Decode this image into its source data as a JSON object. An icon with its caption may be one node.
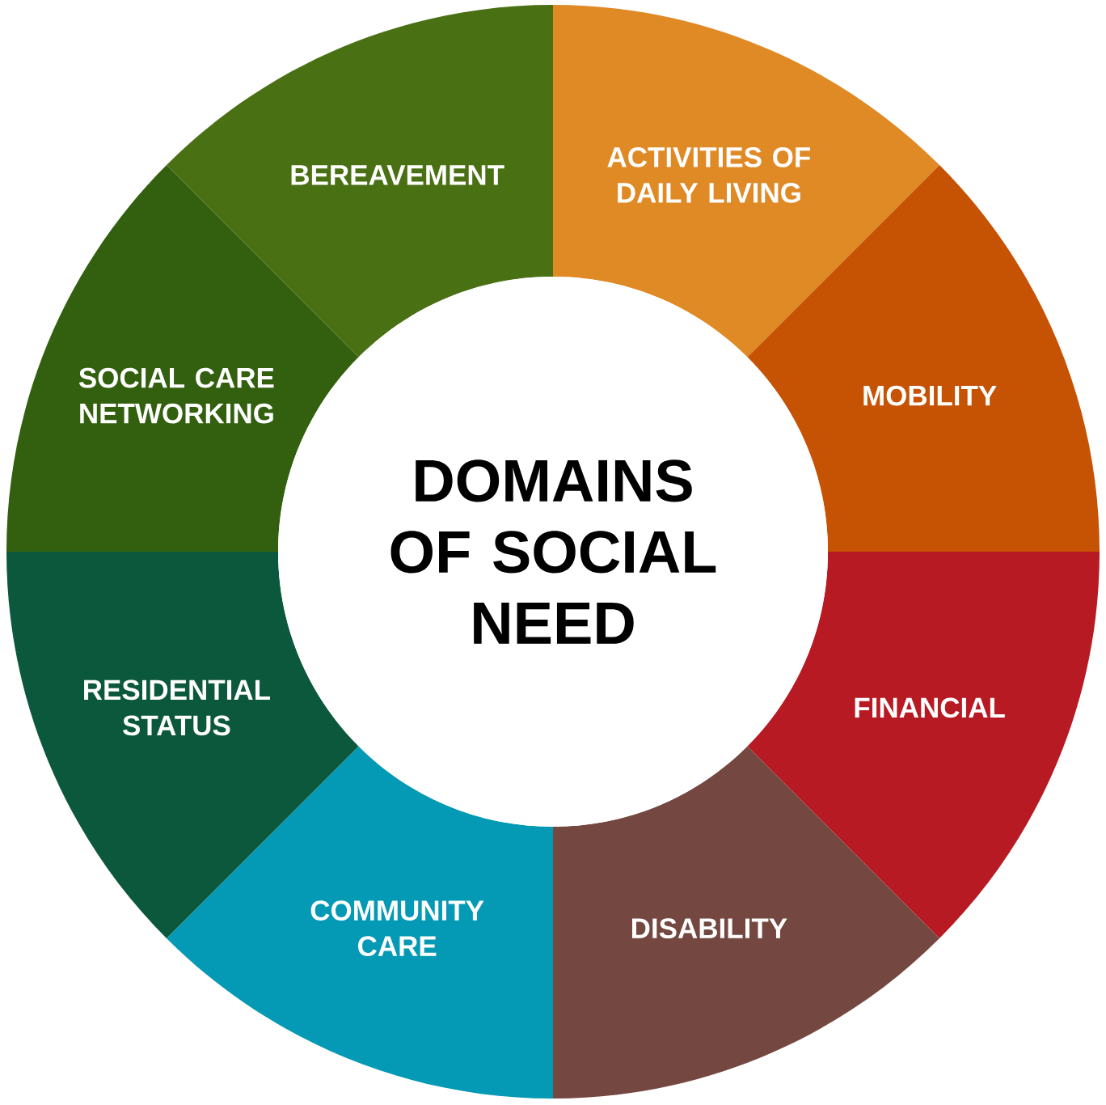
{
  "diagram": {
    "nodes": [
      {
        "text": [
          "DOMAINS OF SOCIAL NEED"
        ]
      },
      {
        "text": [
          "BEREAVEMENT"
        ]
      },
      {
        "text": [
          "ACTIVITIES OF DAILY LIVING"
        ]
      },
      {
        "text": [
          "MOBILITY"
        ]
      },
      {
        "text": [
          "FINANCIAL"
        ]
      },
      {
        "text": [
          "DISABILITY"
        ]
      },
      {
        "text": [
          "COMMUNITY CARE"
        ]
      },
      {
        "text": [
          "RESIDENTIAL STATUS"
        ]
      },
      {
        "text": [
          "SOCIAL CARE NETWORKING"
        ]
      }
    ]
  }
}
